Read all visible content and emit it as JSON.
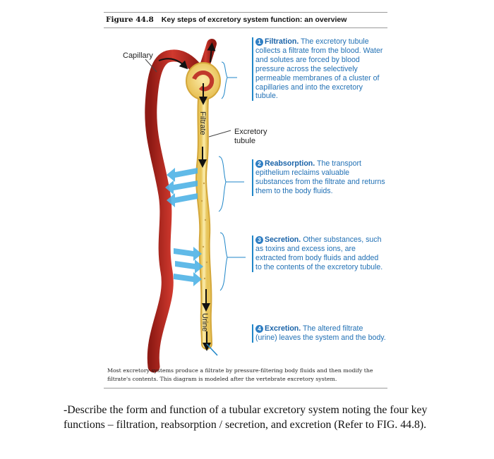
{
  "figure": {
    "number": "Figure 44.8",
    "title": "Key steps of excretory system function: an overview"
  },
  "labels": {
    "capillary": "Capillary",
    "filtrate": "Filtrate",
    "excretory_tubule_line1": "Excretory",
    "excretory_tubule_line2": "tubule",
    "urine": "Urine"
  },
  "steps": [
    {
      "number": "1",
      "heading": "Filtration.",
      "text": "The excretory tubule collects a filtrate from the blood. Water and solutes are forced by blood pressure across the selectively permeable membranes of a cluster of capillaries and into the excretory tubule."
    },
    {
      "number": "2",
      "heading": "Reabsorption.",
      "text": "The transport epithelium reclaims valuable substances from the filtrate and returns them to the body fluids."
    },
    {
      "number": "3",
      "heading": "Secretion.",
      "text": "Other substances, such as toxins and excess ions, are extracted from body fluids and added to the contents of the excretory tubule."
    },
    {
      "number": "4",
      "heading": "Excretion.",
      "text": "The altered filtrate (urine) leaves the system and the body."
    }
  ],
  "caption": "Most excretory systems produce a filtrate by pressure-filtering body fluids and then modify the filtrate's contents. This diagram is modeled after the vertebrate excretory system.",
  "question": "-Describe the form and function of a tubular excretory system noting the four key functions – filtration, reabsorption / secretion, and excretion (Refer to FIG. 44.8).",
  "colors": {
    "callout_text": "#2271b5",
    "callout_rule": "#1f86c8",
    "capillary": "#b5251d",
    "tubule": "#f7e08a",
    "transport_arrows": "#4fb3e6"
  }
}
